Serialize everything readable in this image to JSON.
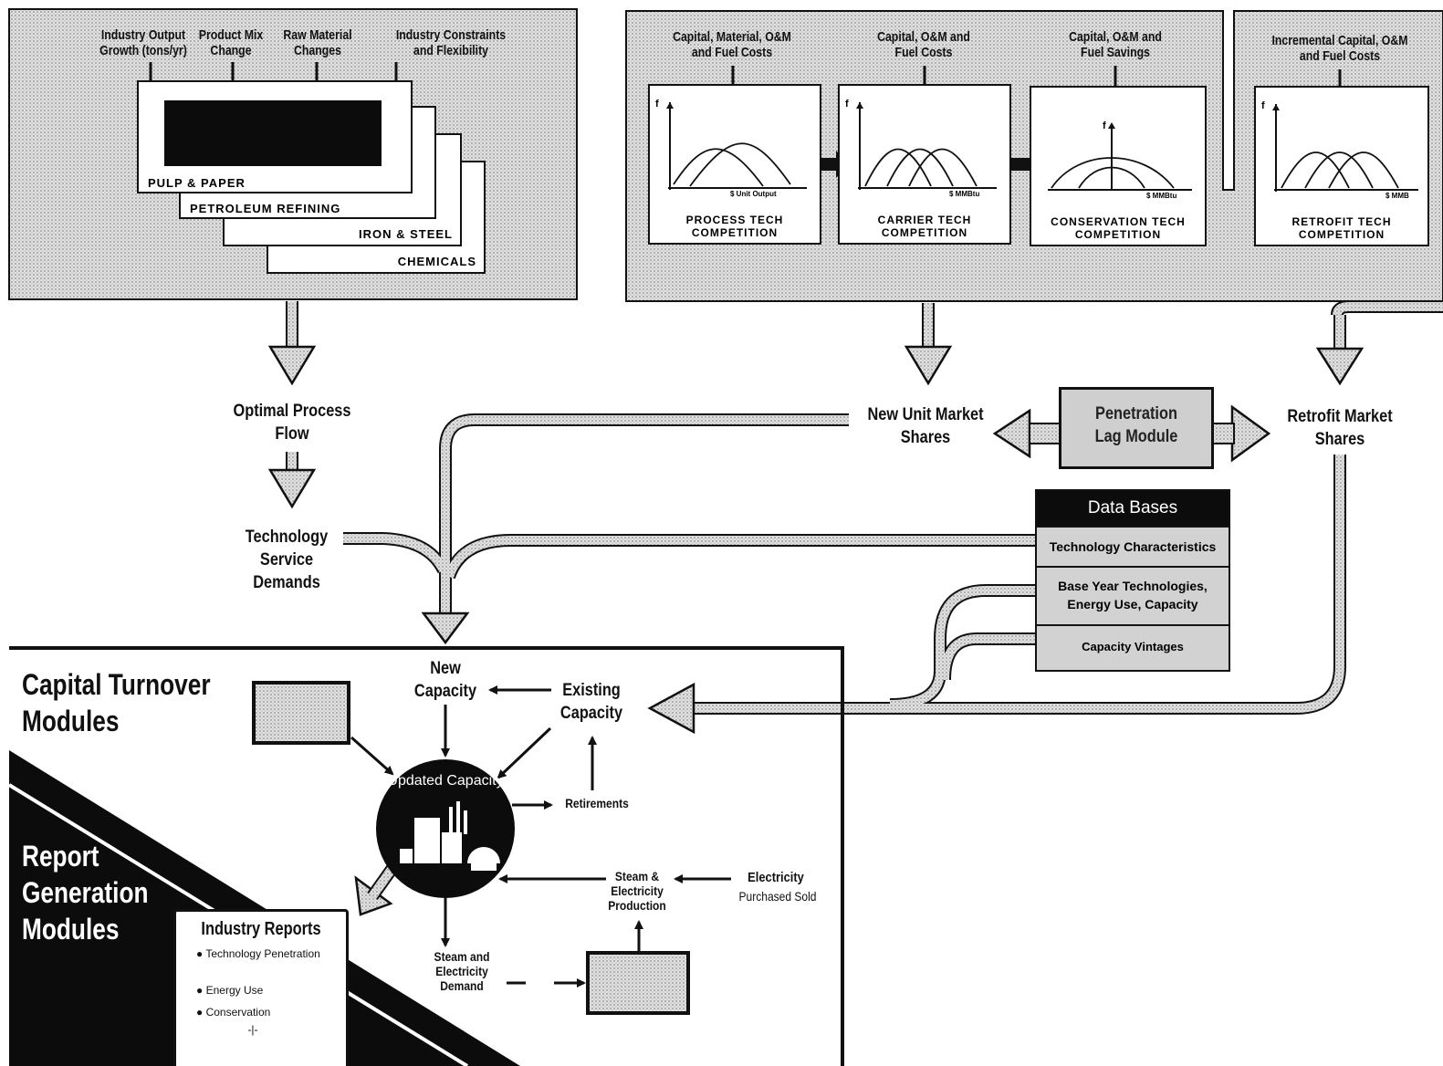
{
  "industry_inputs": [
    "Industry Output Growth (tons/yr)",
    "Product Mix Change",
    "Raw Material Changes",
    "Industry Constraints and Flexibility"
  ],
  "industries": [
    "PULP & PAPER",
    "PETROLEUM REFINING",
    "IRON & STEEL",
    "CHEMICALS"
  ],
  "tech_inputs": {
    "process": "Capital, Material, O&M and Fuel Costs",
    "carrier": "Capital, O&M and Fuel Costs",
    "conservation": "Capital, O&M and Fuel Savings",
    "retrofit": "Incremental Capital, O&M and Fuel Costs"
  },
  "competitions": {
    "process": "PROCESS TECH COMPETITION",
    "carrier": "CARRIER TECH COMPETITION",
    "conservation": "CONSERVATION TECH COMPETITION",
    "retrofit": "RETROFIT TECH COMPETITION"
  },
  "axis_labels": {
    "f": "f",
    "process_x": "$ Unit Output",
    "carrier_x": "$ MMBtu",
    "conservation_x": "$ MMBtu",
    "retrofit_x": "$ MMB"
  },
  "flow": {
    "optimal": "Optimal Process Flow",
    "tech_demands": "Technology Service Demands",
    "new_unit": "New Unit Market Shares",
    "penetration": "Penetration Lag Module",
    "retrofit_shares": "Retrofit Market Shares"
  },
  "databases": {
    "title": "Data Bases",
    "rows": [
      "Technology Characteristics",
      "Base Year Technologies, Energy Use, Capacity",
      "Capacity Vintages"
    ]
  },
  "capital": {
    "title": "Capital Turnover Modules",
    "new_capacity": "New Capacity",
    "existing_capacity": "Existing Capacity",
    "updated_capacity": "Updated Capacity",
    "retirements": "Retirements",
    "steam_production": "Steam & Electricity Production",
    "electricity": "Electricity",
    "purchased_sold": "Purchased Sold",
    "steam_demand": "Steam and Electricity Demand"
  },
  "report": {
    "title": "Report Generation Modules",
    "reports_title": "Industry Reports",
    "items": [
      "Technology Penetration",
      "Energy Use",
      "Conservation"
    ],
    "more": "-|-"
  },
  "colors": {
    "ink": "#111111",
    "halftone": "#bdbdbd",
    "screen": "#d4d4d4",
    "paper": "#ffffff"
  }
}
